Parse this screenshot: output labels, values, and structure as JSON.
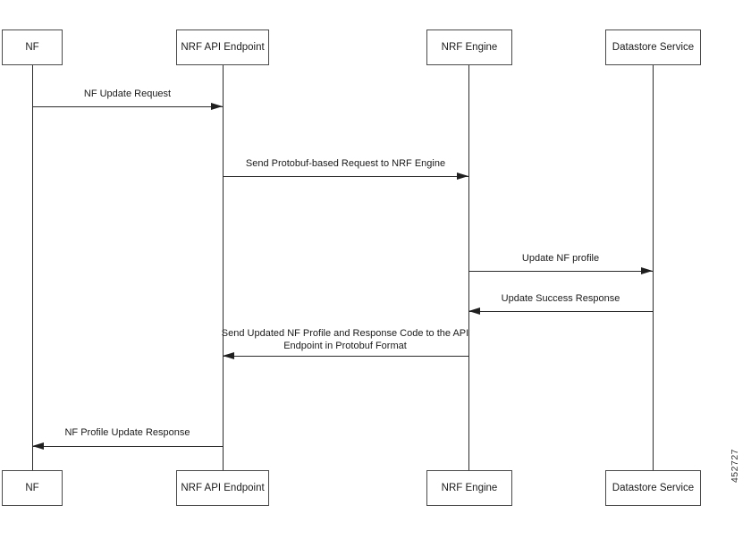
{
  "diagram": {
    "type": "sequence-diagram",
    "figure_number": "452727",
    "colors": {
      "background": "#ffffff",
      "line": "#2b2b2b",
      "box_border": "#4a4a4a",
      "text": "#1a1a1a"
    },
    "actors": [
      {
        "id": "nf",
        "label": "NF"
      },
      {
        "id": "nrf-api-endpoint",
        "label": "NRF API Endpoint"
      },
      {
        "id": "nrf-engine",
        "label": "NRF Engine"
      },
      {
        "id": "datastore-service",
        "label": "Datastore Service"
      }
    ],
    "messages": [
      {
        "from": "nf",
        "to": "nrf-api-endpoint",
        "direction": "right",
        "label": "NF Update Request"
      },
      {
        "from": "nrf-api-endpoint",
        "to": "nrf-engine",
        "direction": "right",
        "label": "Send Protobuf-based Request to NRF Engine"
      },
      {
        "from": "nrf-engine",
        "to": "datastore-service",
        "direction": "right",
        "label": "Update NF profile"
      },
      {
        "from": "datastore-service",
        "to": "nrf-engine",
        "direction": "left",
        "label": "Update Success Response"
      },
      {
        "from": "nrf-engine",
        "to": "nrf-api-endpoint",
        "direction": "left",
        "label": "Send Updated NF Profile and Response Code to the API Endpoint in Protobuf Format"
      },
      {
        "from": "nrf-api-endpoint",
        "to": "nf",
        "direction": "left",
        "label": "NF Profile Update Response"
      }
    ]
  }
}
